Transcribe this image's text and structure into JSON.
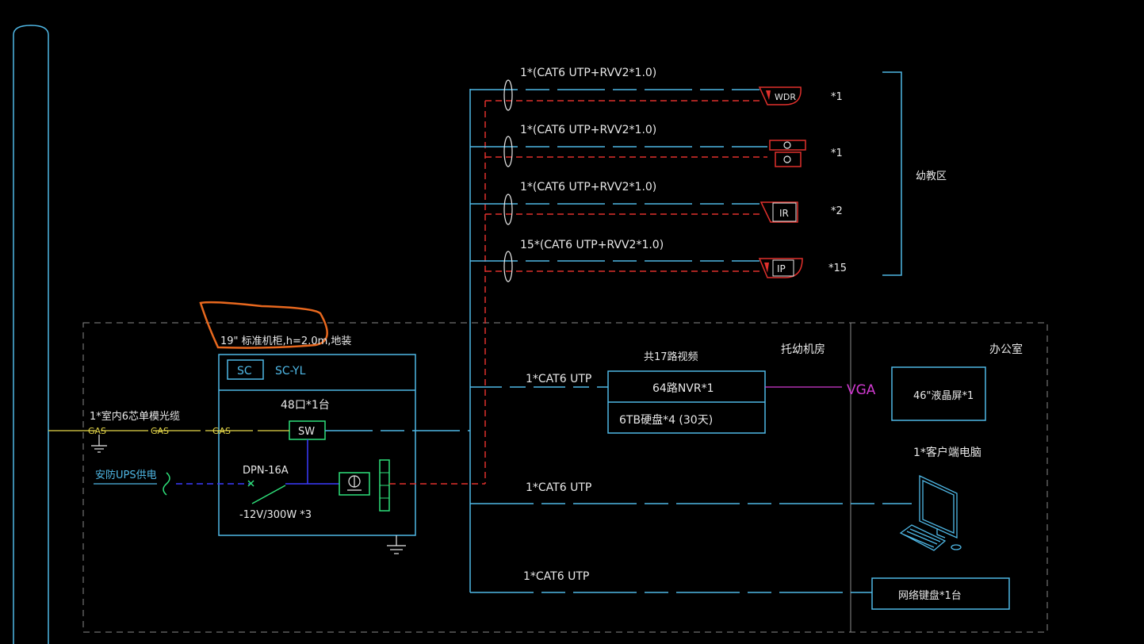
{
  "colors": {
    "background": "#000000",
    "cyan": "#4fb8e6",
    "red": "#e0302c",
    "white": "#e8e8e8",
    "yellow": "#e6d84a",
    "green": "#2ee07a",
    "blue": "#3a3aff",
    "magenta": "#d13ad1",
    "orange": "#e8681e",
    "gray": "#8a8a8a"
  },
  "cables": {
    "wdr": "1*(CAT6  UTP+RVV2*1.0)",
    "dome": "1*(CAT6  UTP+RVV2*1.0)",
    "ir": "1*(CAT6  UTP+RVV2*1.0)",
    "ip": "15*(CAT6  UTP+RVV2*1.0)",
    "nvr": "1*CAT6  UTP",
    "pc": "1*CAT6  UTP",
    "keyboard": "1*CAT6  UTP"
  },
  "cameras": [
    {
      "label": "WDR",
      "count": "*1"
    },
    {
      "label": "",
      "count": "*1"
    },
    {
      "label": "IR",
      "count": "*2"
    },
    {
      "label": "IP",
      "count": "*15"
    }
  ],
  "zone_label": "幼教区",
  "rack": {
    "title": "19\" 标准机柜,h=2.0m,地装",
    "sc": "SC",
    "sc_yl": "SC-YL",
    "ports": "48口*1台",
    "sw": "SW",
    "breaker": "DPN-16A",
    "psu": "-12V/300W   *3"
  },
  "fiber": {
    "label": "1*室内6芯单模光缆",
    "gas": [
      "GAS",
      "GAS",
      "GAS"
    ]
  },
  "ups_label": "安防UPS供电",
  "nvr": {
    "header": "共17路视频",
    "name": "64路NVR*1",
    "disk": "6TB硬盘*4 (30天)"
  },
  "room_label": "托幼机房",
  "office_label": "办公室",
  "vga": "VGA",
  "monitor": "46\"液晶屏*1",
  "client_pc": "1*客户端电脑",
  "keyboard": "网络键盘*1台"
}
